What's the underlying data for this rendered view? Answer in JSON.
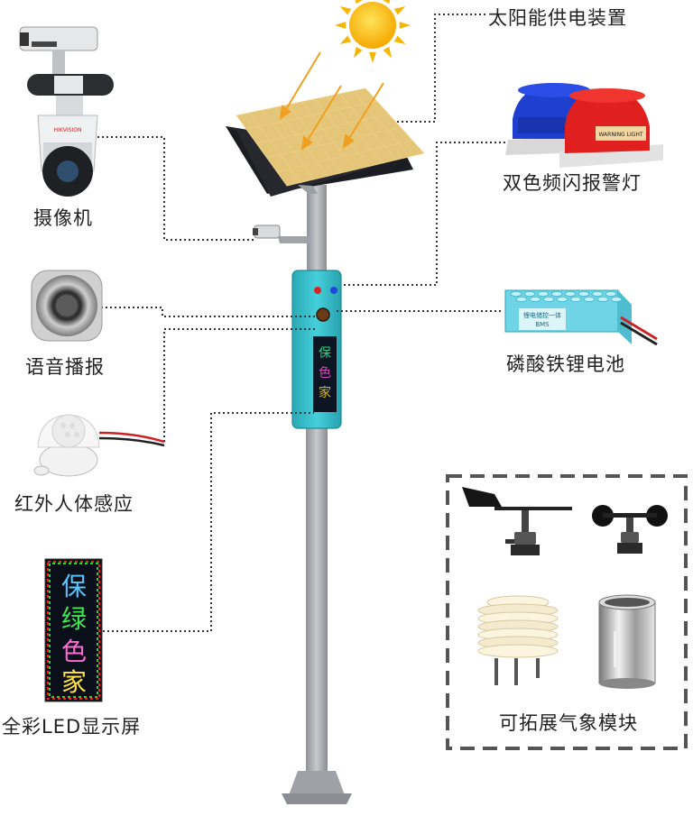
{
  "labels": {
    "solar": "太阳能供电装置",
    "camera": "摄像机",
    "alarm_light": "双色频闪报警灯",
    "speaker": "语音播报",
    "battery": "磷酸铁锂电池",
    "pir": "红外人体感应",
    "led_display": "全彩LED显示屏",
    "weather": "可拓展气象模块"
  },
  "led_text": {
    "chars": [
      "保",
      "绿",
      "色",
      "家"
    ]
  },
  "camera_brand": "HIKVISION",
  "warning_light_text": "WARNING LIGHT",
  "battery_text": {
    "line1": "锂电储控一体",
    "line2": "BMS"
  },
  "colors": {
    "cabinet": "#38c3cf",
    "pole": "#a9adb1",
    "solar": "#e7c77a",
    "sun": "#f7b500",
    "alarm_blue": "#1f3fd1",
    "alarm_red": "#e0201e",
    "battery": "#6ed4e6"
  },
  "icons": [
    "sun-icon",
    "solar-panel-icon",
    "camera-icon",
    "alarm-light-icon",
    "speaker-icon",
    "battery-icon",
    "pir-sensor-icon",
    "led-display-icon",
    "wind-vane-icon",
    "anemometer-icon",
    "radiation-shield-icon",
    "rain-gauge-icon"
  ]
}
